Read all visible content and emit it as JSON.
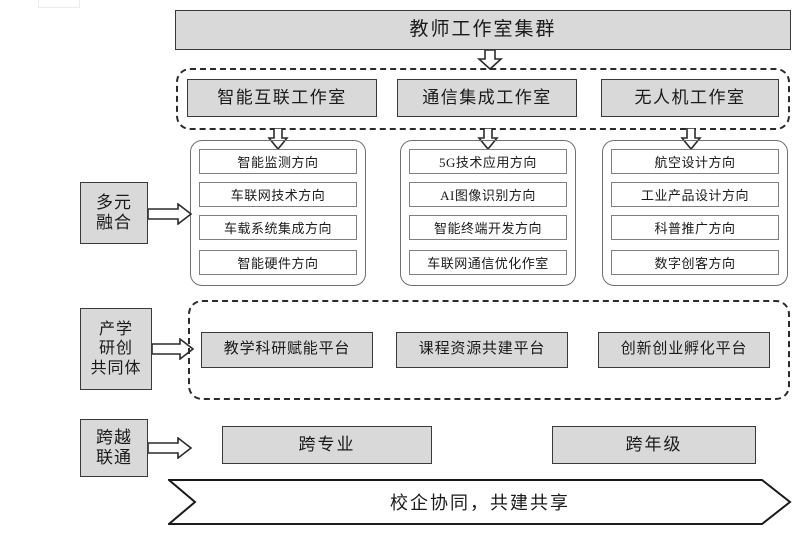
{
  "diagram": {
    "title_bar": {
      "label": "教师工作室集群"
    },
    "workshops": [
      {
        "label": "智能互联工作室"
      },
      {
        "label": "通信集成工作室"
      },
      {
        "label": "无人机工作室"
      }
    ],
    "columns": [
      {
        "items": [
          {
            "label": "智能监测方向"
          },
          {
            "label": "车联网技术方向"
          },
          {
            "label": "车载系统集成方向"
          },
          {
            "label": "智能硬件方向"
          }
        ]
      },
      {
        "items": [
          {
            "label": "5G技术应用方向"
          },
          {
            "label": "AI图像识别方向"
          },
          {
            "label": "智能终端开发方向"
          },
          {
            "label": "车联网通信优化作室"
          }
        ]
      },
      {
        "items": [
          {
            "label": "航空设计方向"
          },
          {
            "label": "工业产品设计方向"
          },
          {
            "label": "科普推广方向"
          },
          {
            "label": "数字创客方向"
          }
        ]
      }
    ],
    "side_labels": [
      {
        "name": "duoyuan-ronghe",
        "lines": [
          "多元",
          "融合"
        ]
      },
      {
        "name": "chanxue-yanchuang",
        "lines": [
          "产学",
          "研创",
          "共同体"
        ]
      },
      {
        "name": "kuayue-liantong",
        "lines": [
          "跨越",
          "联通"
        ]
      }
    ],
    "platforms": [
      {
        "label": "教学科研赋能平台"
      },
      {
        "label": "课程资源共建平台"
      },
      {
        "label": "创新创业孵化平台"
      }
    ],
    "cross_boxes": [
      {
        "label": "跨专业"
      },
      {
        "label": "跨年级"
      }
    ],
    "banner": {
      "label": "校企协同，共建共享"
    },
    "colors": {
      "fill_gray": "#d9d9d9",
      "border_dark": "#3a3a3a",
      "border_mid": "#808080",
      "dashed": "#2b2b2b",
      "background": "#ffffff"
    }
  }
}
